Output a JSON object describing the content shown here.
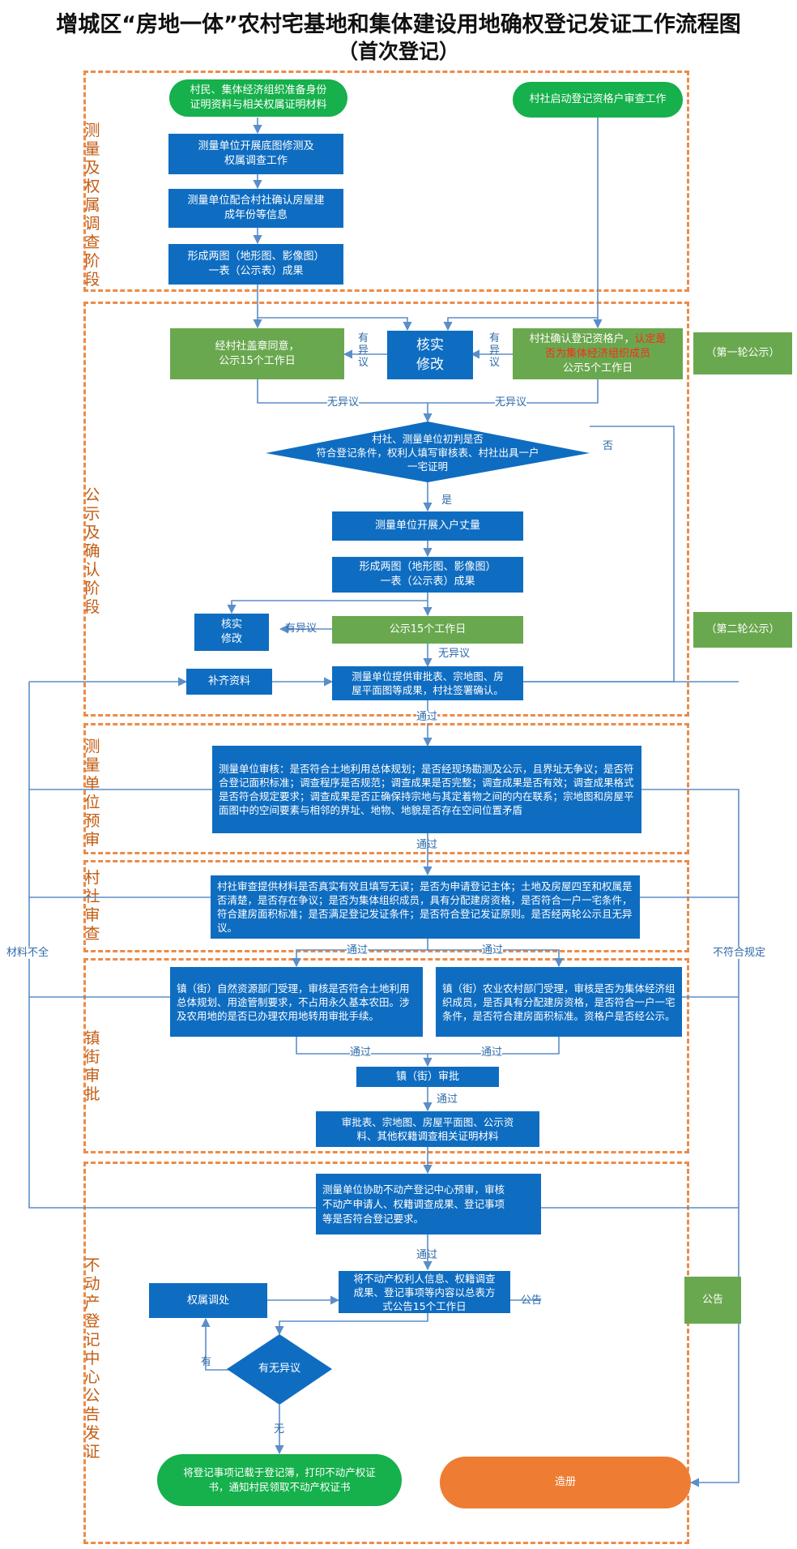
{
  "title": {
    "line1": "增城区“房地一体”农村宅基地和集体建设用地确权登记发证工作流程图",
    "line2": "（首次登记）"
  },
  "stages": {
    "s1": "测\n量\n及\n权\n属\n调\n查\n阶\n段",
    "s2": "公\n示\n及\n确\n认\n阶\n段",
    "s3": "测\n量\n单\n位\n预\n审",
    "s4": "村\n社\n审\n查",
    "s5": "镇\n街\n审\n批",
    "s6": "不\n动\n产\n登\n记\n中\n心\n公\n告\n发\n证"
  },
  "nodes": {
    "start1": "村民、集体经济组织准备身份\n证明资料与相关权属证明材料",
    "start2": "村社启动登记资格户审查工作",
    "survey": "测量单位开展底图修测及\n权属调查工作",
    "confirm_year": "测量单位配合村社确认房屋建\n成年份等信息",
    "form1": "形成两图（地形图、影像图）\n一表（公示表）成果",
    "left_pub_15": "经村社盖章同意，\n公示15个工作日",
    "verify_center": "核实\n修改",
    "right_pub_a": "村社确认登记资格户，",
    "right_pub_red": "认定是\n否为集体经济组织成员",
    "right_pub_b": "公示5个工作日",
    "round1": "（第一轮公示）",
    "decision1": "村社、测量单位初判是否\n符合登记条件，权利人填写审核表、村社出具一户\n一宅证明",
    "measure_house": "测量单位开展入户丈量",
    "form2": "形成两图（地形图、影像图）\n一表（公示表）成果",
    "verify_left": "核实\n修改",
    "pub15": "公示15个工作日",
    "round2": "（第二轮公示）",
    "supplement": "补齐资料",
    "provide": "测量单位提供审批表、宗地图、房\n屋平面图等成果，村社签署确认。",
    "precheck": "测量单位审核：是否符合土地利用总体规划；是否经现场勘测及公示，且界址无争议；是否符合登记面积标准；调查程序是否规范；调查成果是否完整；调查成果是否有效；调查成果格式是否符合规定要求；调查成果是否正确保持宗地与其定着物之间的内在联系；宗地图和房屋平面图中的空间要素与相邻的界址、地物、地貌是否存在空间位置矛盾",
    "village_check": "村社审查提供材料是否真实有效且填写无误；是否为申请登记主体；土地及房屋四至和权属是否清楚，是否存在争议；是否为集体组织成员，具有分配建房资格，是否符合一户一宅条件，符合建房面积标准；是否满足登记发证条件；是否符合登记发证原则。是否经两轮公示且无异议。",
    "town_nature": "镇（街）自然资源部门受理，审核是否符合土地利用总体规划、用途管制要求，不占用永久基本农田。涉及农用地的是否已办理农用地转用审批手续。",
    "town_agri": "镇（街）农业农村部门受理，审核是否为集体经济组织成员，是否具有分配建房资格，是否符合一户一宅条件，是否符合建房面积标准。资格户是否经公示。",
    "town_approve": "镇（街）审批",
    "materials": "审批表、宗地图、房屋平面图、公示资\n料、其他权籍调查相关证明材料",
    "center_precheck": "测量单位协助不动产登记中心预审，审核\n不动产申请人、权籍调查成果、登记事项\n等是否符合登记要求。",
    "dispute": "权属调处",
    "announce": "将不动产权利人信息、权籍调查\n成果、登记事项等内容以总表方\n式公告15个工作日",
    "announce_side": "公告",
    "decision2": "有无异议",
    "register": "将登记事项记载于登记簿，打印不动产权证\n书，通知村民领取不动产权证书",
    "archive": "造册"
  },
  "labels": {
    "has_objection": "有\n异\n议",
    "has_objection2": "有\n异\n议",
    "no_objection_l": "无异议",
    "no_objection_r": "无异议",
    "no": "否",
    "yes": "是",
    "has_obj_h": "有异议",
    "no_obj_2": "无异议",
    "pass1": "通过",
    "pass2": "通过",
    "pass3": "通过",
    "pass4": "通过",
    "pass5": "通过",
    "pass6": "通过",
    "pass7": "通过",
    "pass8": "通过",
    "announce_tag": "公告",
    "has": "有",
    "none": "无",
    "incomplete": "材料不全",
    "noncompliant": "不符合规定"
  },
  "colors": {
    "blue": "#0f6dc1",
    "green": "#6aa84f",
    "pill_green": "#16b04c",
    "orange": "#ee7d33",
    "dash": "#ec8b48",
    "arrow": "#5b8ec9",
    "red_text": "#ff2a1a"
  }
}
